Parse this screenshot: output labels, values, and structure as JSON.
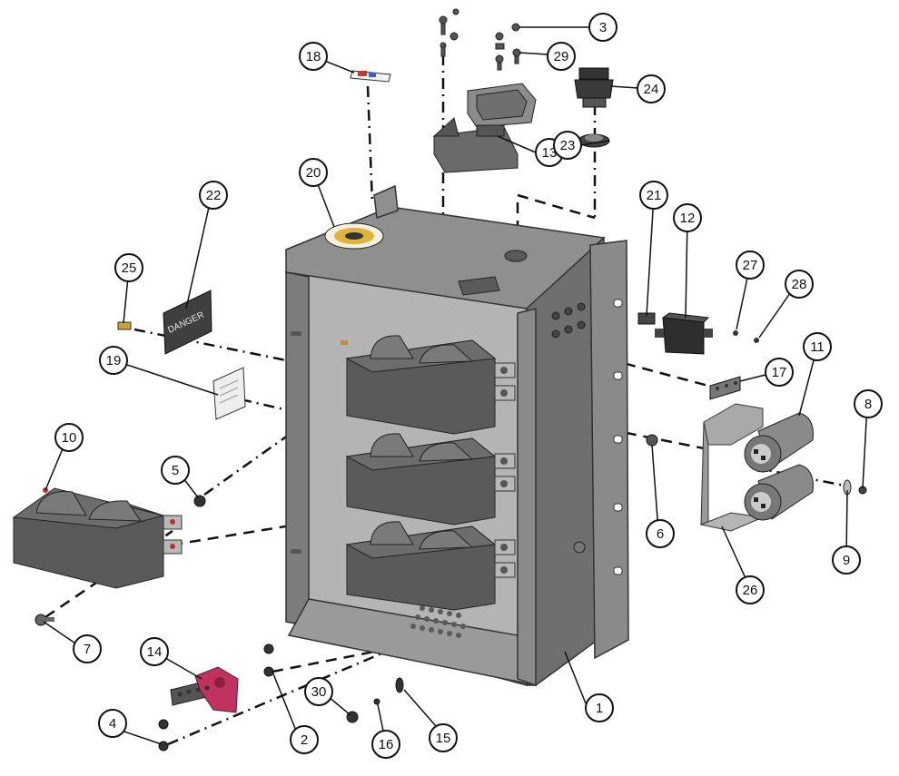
{
  "diagram": {
    "callouts": [
      "1",
      "2",
      "3",
      "4",
      "5",
      "6",
      "7",
      "8",
      "9",
      "10",
      "11",
      "12",
      "13",
      "14",
      "15",
      "16",
      "17",
      "18",
      "19",
      "20",
      "21",
      "22",
      "23",
      "24",
      "25",
      "26",
      "27",
      "28",
      "29",
      "30"
    ],
    "label_22_plate": "DANGER",
    "colors": {
      "enclosure": "#8f8f8f",
      "enclosure_dark": "#6f6f6f",
      "interior": "#b4b4b4",
      "transformer": "#5a5a5a",
      "transformer_top": "#7a7a7a",
      "terminal": "#b8b8b8",
      "bracket": "#a9a9a9",
      "ground_bar": "#c0335f",
      "line": "#111111",
      "callout_fill": "#ffffff"
    }
  }
}
